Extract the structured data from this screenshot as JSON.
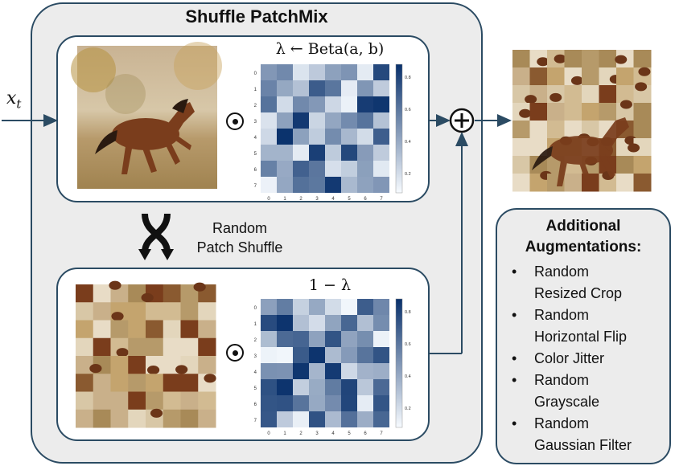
{
  "title": "Shuffle PatchMix",
  "input_label": "x_t",
  "top_branch": {
    "weight_label": "λ ← Beta(a, b)"
  },
  "bottom_branch": {
    "weight_label": "1 − λ"
  },
  "shuffle": {
    "line1": "Random",
    "line2": "Patch Shuffle"
  },
  "heatmap": {
    "tick_labels": [
      "0",
      "1",
      "2",
      "3",
      "4",
      "5",
      "6",
      "7"
    ],
    "colorbar_ticks": [
      "0.8",
      "0.6",
      "0.4",
      "0.2"
    ]
  },
  "augmentations": {
    "title_line1": "Additional",
    "title_line2": "Augmentations:",
    "items": [
      {
        "line1": "Random",
        "line2": "Resized Crop"
      },
      {
        "line1": "Random",
        "line2": "Horizontal Flip"
      },
      {
        "line1": "Color Jitter",
        "line2": ""
      },
      {
        "line1": "Random",
        "line2": "Grayscale"
      },
      {
        "line1": "Random",
        "line2": "Gaussian Filter"
      }
    ]
  },
  "colors": {
    "frame": "#2b4b63",
    "panel_bg": "#ececec",
    "heat_low": "#f7fbff",
    "heat_high": "#08306b"
  }
}
